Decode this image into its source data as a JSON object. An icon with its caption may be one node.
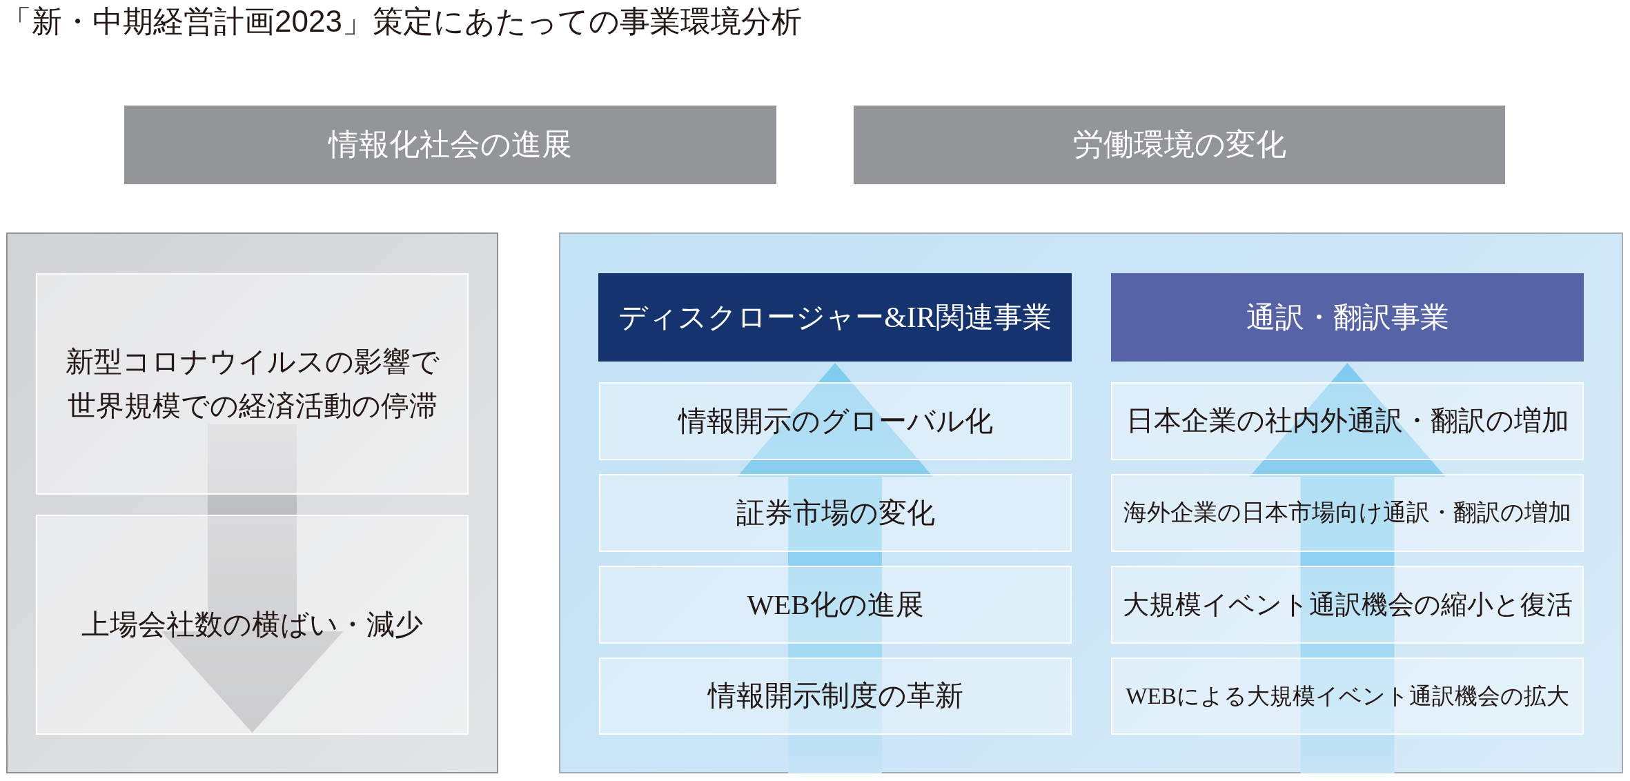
{
  "diagram": {
    "title": "「新・中期経営計画2023」策定にあたっての事業環境分析",
    "nodes": [
      {
        "text": [
          "情報化社会の進展"
        ]
      },
      {
        "text": [
          "労働環境の変化"
        ]
      },
      {
        "text": [],
        "shape": "box"
      },
      {
        "text": [
          "新型コロナウイルスの影響で世界規模での経済活動の停滞"
        ],
        "in": 2
      },
      {
        "text": [
          "上場会社数の横ばい・減少"
        ],
        "in": 2
      },
      {
        "text": [],
        "shape": "box"
      },
      {
        "text": [
          "ディスクロージャー&IR関連事業"
        ],
        "in": 5
      },
      {
        "text": [
          "情報開示のグローバル化"
        ],
        "in": 5
      },
      {
        "text": [
          "証券市場の変化"
        ],
        "in": 5
      },
      {
        "text": [
          "WEB化の進展"
        ],
        "in": 5
      },
      {
        "text": [
          "情報開示制度の革新"
        ],
        "in": 5
      },
      {
        "text": [
          "通訳・翻訳事業"
        ],
        "in": 5
      },
      {
        "text": [
          "日本企業の社内外通訳・翻訳の増加"
        ],
        "in": 5
      },
      {
        "text": [
          "海外企業の日本市場向け通訳・翻訳の増加"
        ],
        "in": 5
      },
      {
        "text": [
          "大規模イベント通訳機会の縮小と復活"
        ],
        "in": 5
      },
      {
        "text": [
          "WEBによる大規模イベント通訳機会の拡大"
        ],
        "in": 5
      }
    ],
    "edges": [
      {
        "from": 3,
        "to": 4,
        "arrow": "to"
      },
      {
        "from": null,
        "to": 6,
        "arrow": "to"
      },
      {
        "from": null,
        "to": 11,
        "arrow": "to"
      }
    ]
  }
}
